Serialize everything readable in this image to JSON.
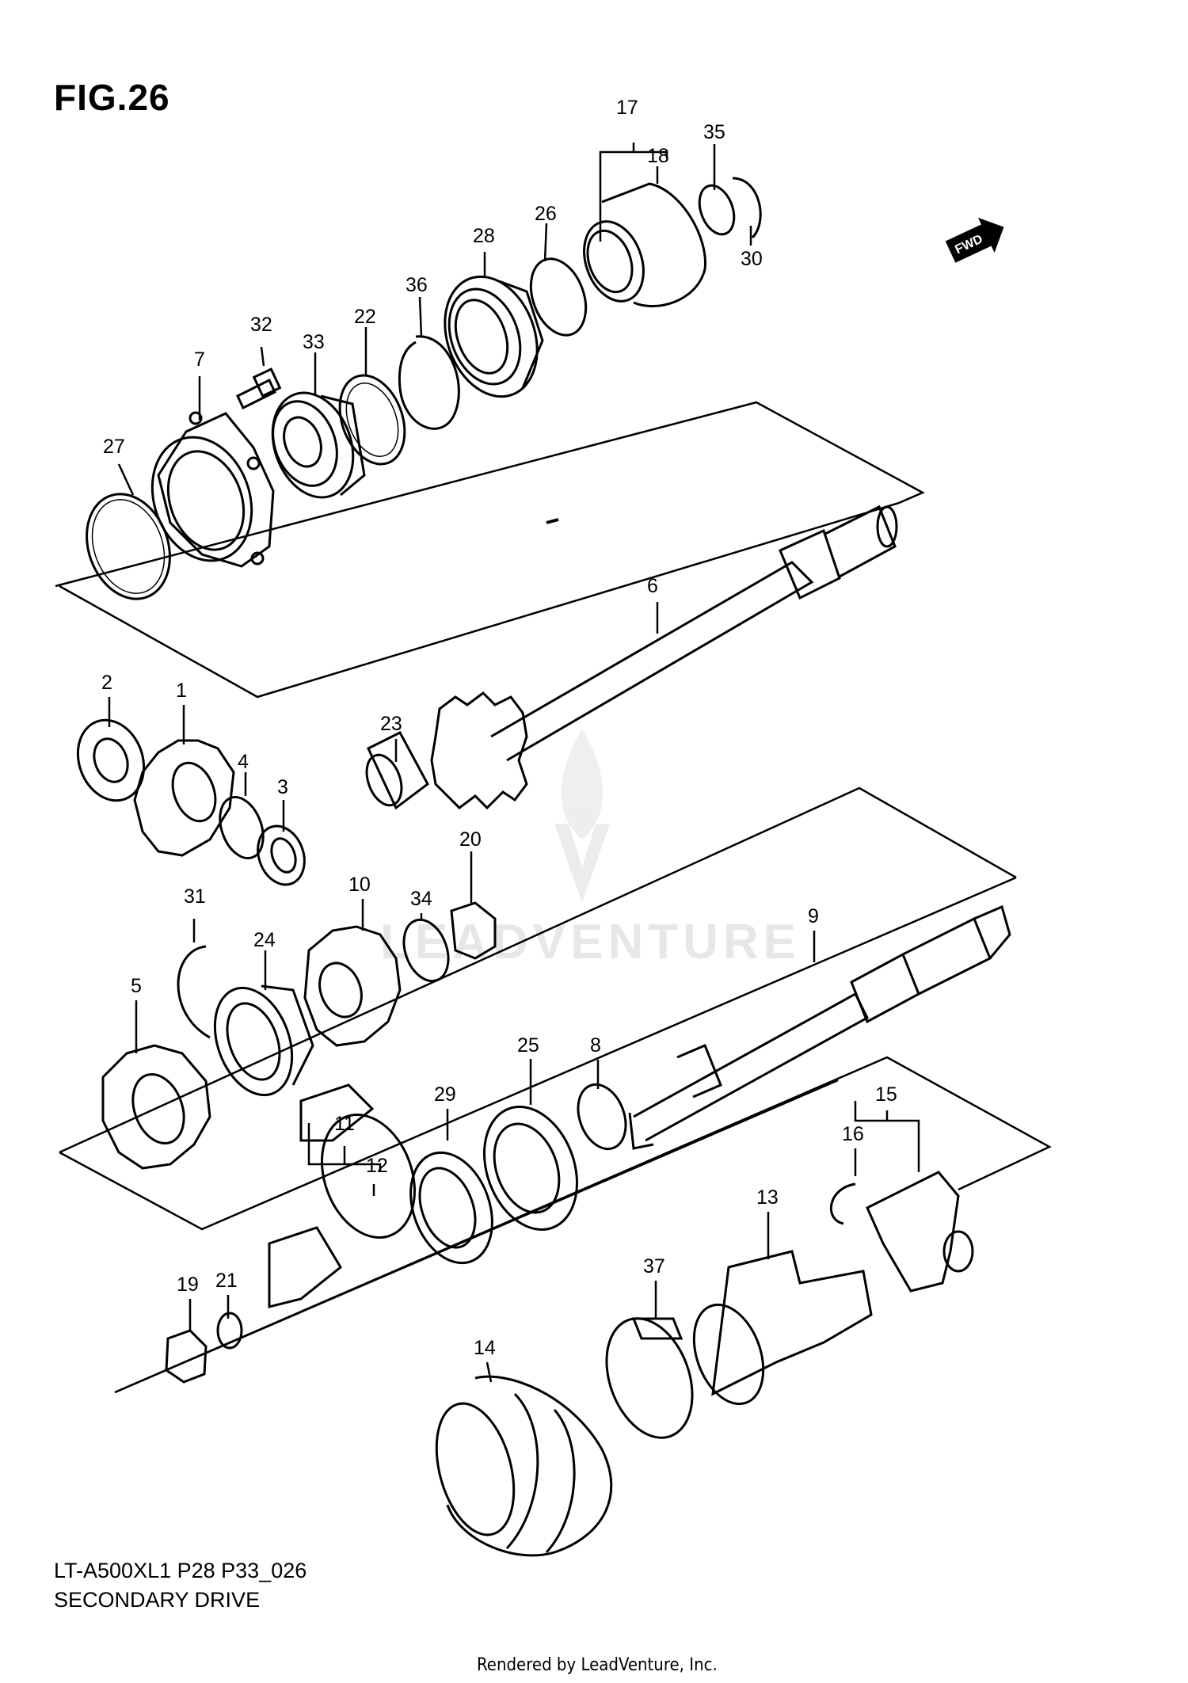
{
  "figure": {
    "title": "FIG.26",
    "model_code": "LT-A500XL1 P28 P33_026",
    "name": "SECONDARY DRIVE",
    "credit": "Rendered by LeadVenture, Inc."
  },
  "direction_arrow": "FWD",
  "watermark": "LEADVENTURE",
  "callouts": [
    "1",
    "2",
    "3",
    "4",
    "5",
    "6",
    "7",
    "8",
    "9",
    "10",
    "11",
    "12",
    "13",
    "14",
    "15",
    "16",
    "17",
    "18",
    "19",
    "20",
    "21",
    "22",
    "23",
    "24",
    "25",
    "26",
    "27",
    "28",
    "29",
    "30",
    "31",
    "32",
    "33",
    "34",
    "35",
    "36",
    "37"
  ]
}
